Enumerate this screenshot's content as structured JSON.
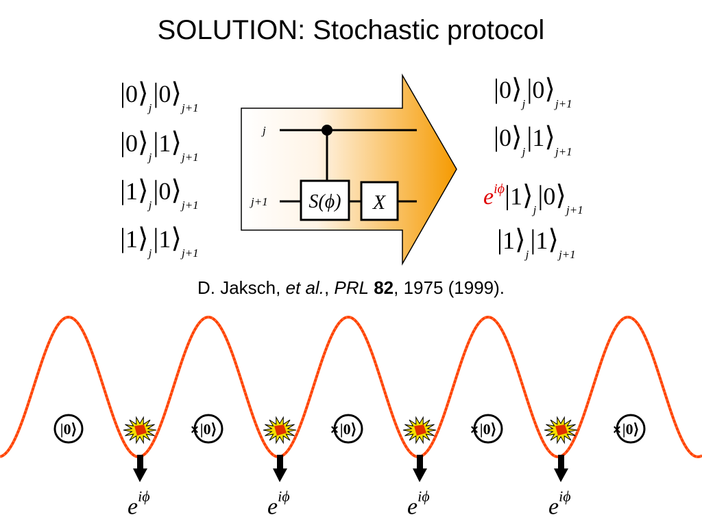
{
  "title": "SOLUTION: Stochastic protocol",
  "left_kets": [
    {
      "a": "0",
      "b": "0"
    },
    {
      "a": "0",
      "b": "1"
    },
    {
      "a": "1",
      "b": "0"
    },
    {
      "a": "1",
      "b": "1"
    }
  ],
  "right_kets": [
    {
      "a": "0",
      "b": "0",
      "phase": false
    },
    {
      "a": "0",
      "b": "1",
      "phase": false
    },
    {
      "a": "1",
      "b": "0",
      "phase": true
    },
    {
      "a": "1",
      "b": "1",
      "phase": false
    }
  ],
  "sub_j": "j",
  "sub_j1": "j+1",
  "phase_base": "e",
  "phase_exp": "iϕ",
  "circuit": {
    "wire_top_label": "j",
    "wire_bottom_label": "j+1",
    "gate_s": "S(ϕ)",
    "gate_x": "X"
  },
  "citation": {
    "authors": "D. Jaksch, ",
    "etal": "et al.",
    "sep": ", ",
    "journal": "PRL",
    "volume": "82",
    "rest": ", 1975 (1999)."
  },
  "lattice": {
    "site_state": "|0⟩",
    "phase_label": "e",
    "phase_sup": "iϕ"
  },
  "colors": {
    "potential": "#ff4000",
    "arrow_gradient_start": "#ffffff",
    "arrow_gradient_end": "#f59a00",
    "phase_text": "#e00000"
  }
}
